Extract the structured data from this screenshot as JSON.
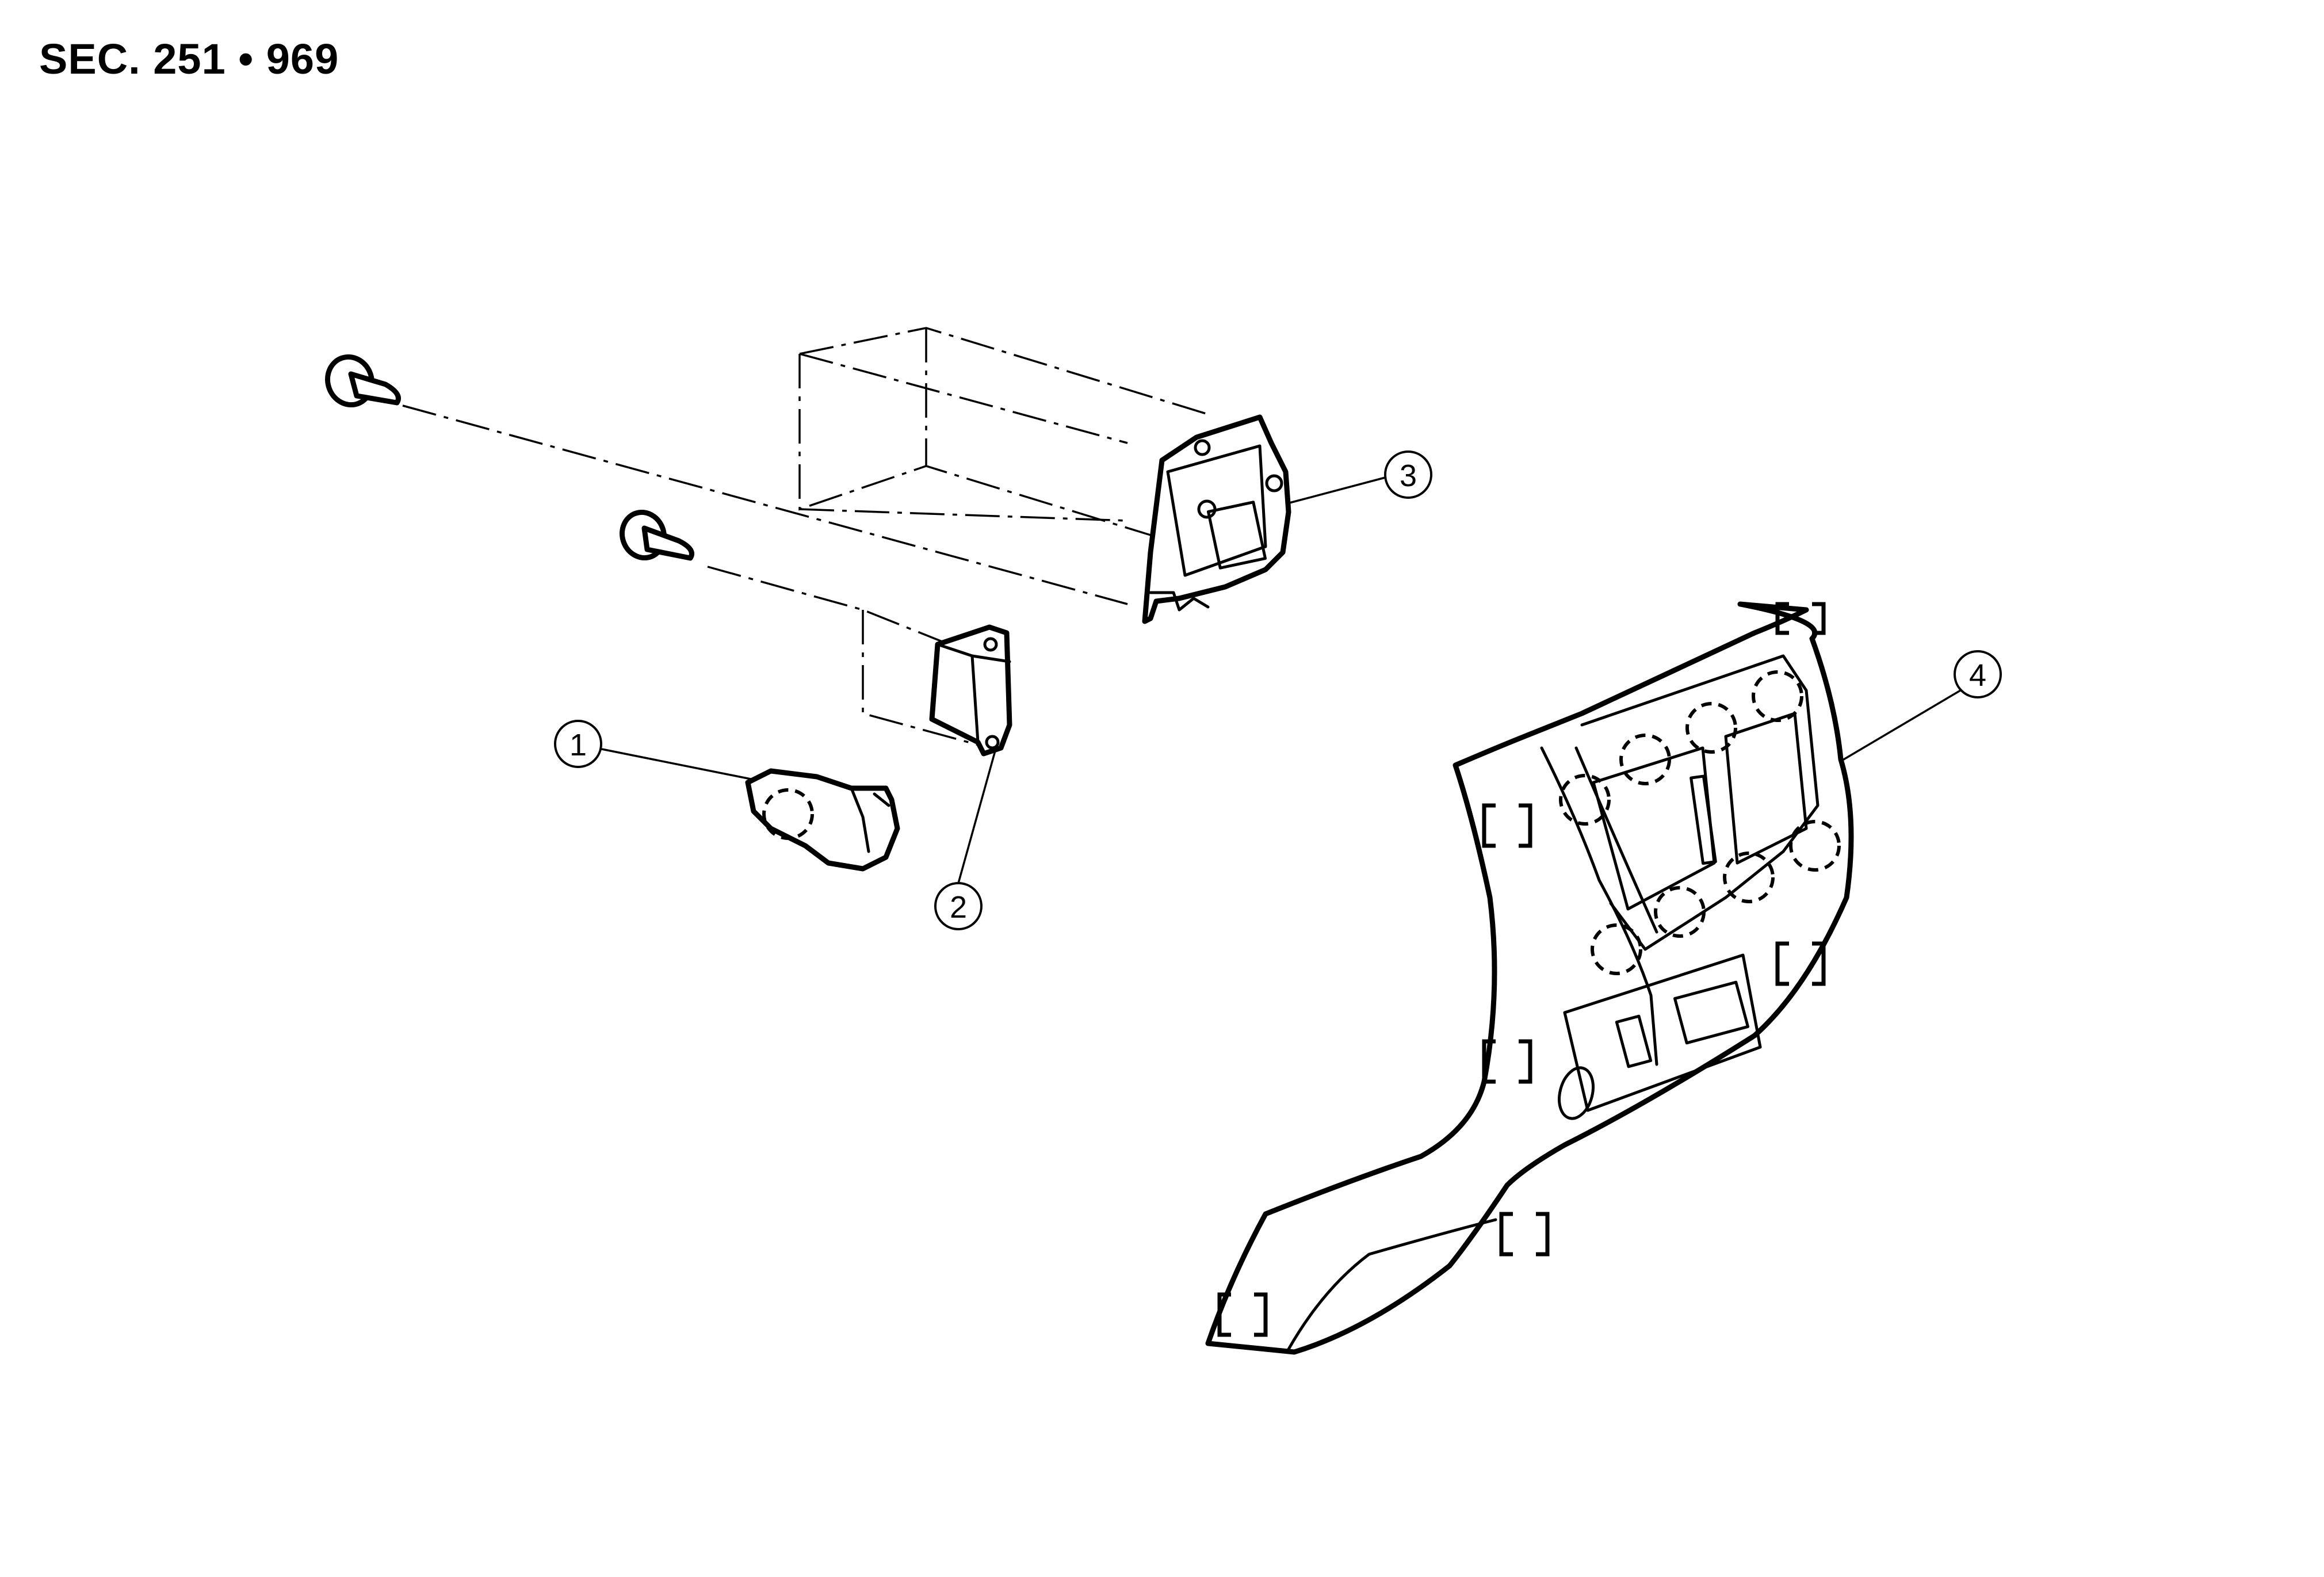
{
  "header": {
    "section_ref": "SEC. 251 • 969"
  },
  "callouts": [
    {
      "id": "1",
      "label": "1"
    },
    {
      "id": "2",
      "label": "2"
    },
    {
      "id": "3",
      "label": "3"
    },
    {
      "id": "4",
      "label": "4"
    }
  ]
}
